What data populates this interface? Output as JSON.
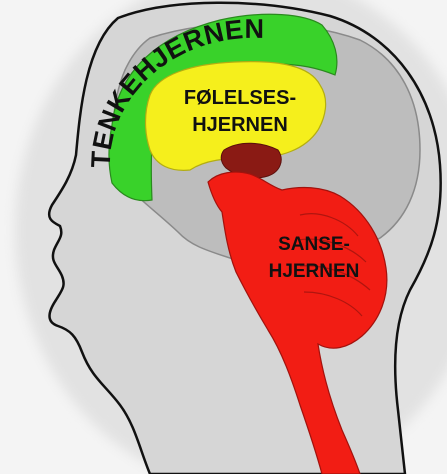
{
  "diagram": {
    "regions": {
      "thinking": {
        "label": "TENKEHJERNEN",
        "color": "#39d22a"
      },
      "feeling": {
        "line1": "FØLELSES-",
        "line2": "HJERNEN",
        "color": "#f5ef1c"
      },
      "sensing": {
        "line1": "SANSE-",
        "line2": "HJERNEN",
        "color": "#f21d14"
      }
    },
    "colors": {
      "head": "#d6d6d6",
      "brain_gray": "#bdbdbd",
      "outline": "#111111",
      "thalamus": "#8a1a14"
    }
  }
}
